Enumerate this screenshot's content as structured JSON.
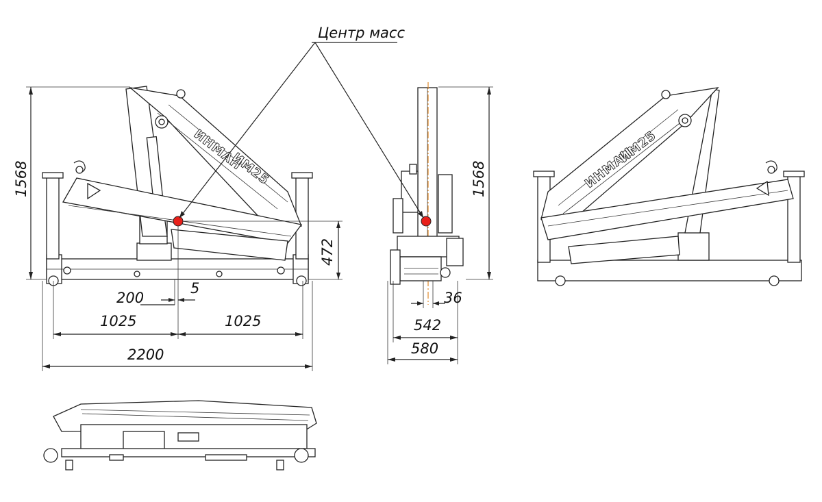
{
  "annotation": {
    "center_of_mass_label": "Центр масс"
  },
  "brand": {
    "name": "ИНМАН",
    "model": "ИМ25"
  },
  "front_view": {
    "height": "1568",
    "com_height": "472",
    "com_offset": "5",
    "half_offset": "200",
    "left_half": "1025",
    "right_half": "1025",
    "total_width": "2200"
  },
  "side_view": {
    "height": "1568",
    "offset": "36",
    "inner_width": "542",
    "outer_width": "580"
  },
  "colors": {
    "center_of_mass": "#e8201a",
    "line": "#222222",
    "axis": "#e08a2a"
  }
}
